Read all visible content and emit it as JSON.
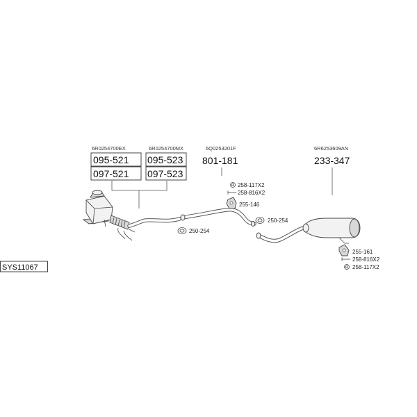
{
  "system_code": "SYS11067",
  "groups": [
    {
      "oem": "6R0254700EX",
      "parts": [
        "095-521",
        "097-521"
      ]
    },
    {
      "oem": "6R0254700MX",
      "parts": [
        "095-523",
        "097-523"
      ]
    },
    {
      "oem": "6Q0253201F",
      "parts": [
        "801-181"
      ]
    },
    {
      "oem": "6R6253609AN",
      "parts": [
        "233-347"
      ]
    }
  ],
  "accessories": {
    "mid_clamp": "258-117X2",
    "mid_bolt": "258-816X2",
    "mid_hanger": "255-146",
    "front_gasket": "250-254",
    "mid_gasket": "250-254",
    "rear_hanger": "255-161",
    "rear_bolt": "258-816X2",
    "rear_clamp": "258-117X2"
  },
  "icons": {
    "clamp": "clamp-ring-icon",
    "bolt": "bolt-icon",
    "hanger": "rubber-hanger-icon",
    "gasket": "gasket-icon"
  },
  "colors": {
    "line": "#555555",
    "text": "#222222",
    "background": "#ffffff"
  }
}
